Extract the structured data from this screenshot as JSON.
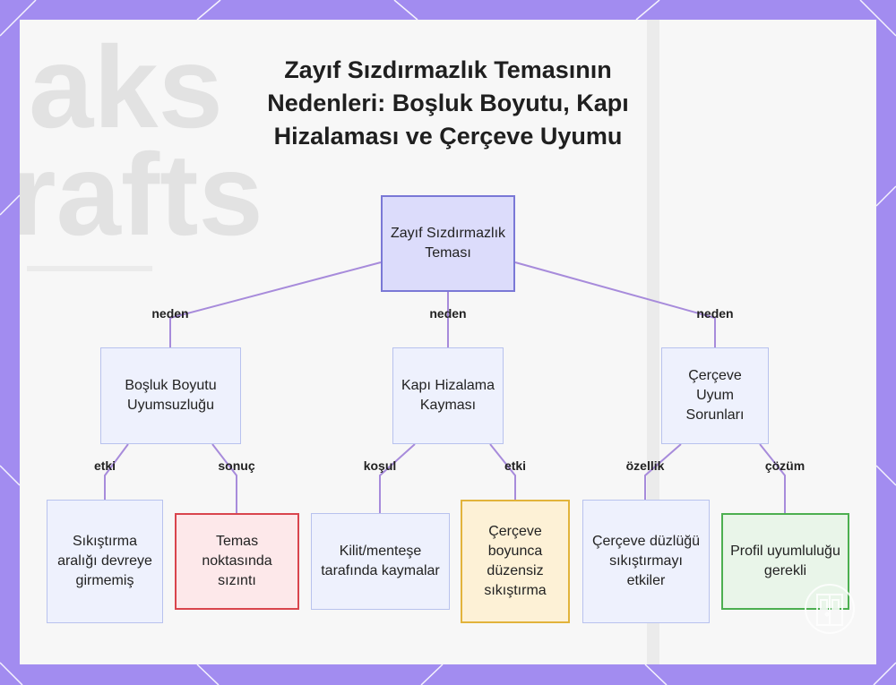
{
  "title_lines": [
    "Zayıf Sızdırmazlık Temasının",
    "Nedenleri: Boşluk Boyutu, Kapı",
    "Hizalaması ve Çerçeve Uyumu"
  ],
  "background_text": [
    "aks",
    "rafts"
  ],
  "nodes": {
    "root": "Zayıf Sızdırmazlık Teması",
    "gap": "Boşluk Boyutu Uyumsuzluğu",
    "door": "Kapı Hizalama Kayması",
    "frame": "Çerçeve Uyum Sorunları",
    "gap_effect": "Sıkıştırma aralığı devreye girmemiş",
    "gap_result": "Temas noktasında sızıntı",
    "door_condition": "Kilit/menteşe tarafında kaymalar",
    "door_effect": "Çerçeve boyunca düzensiz sıkıştırma",
    "frame_feature": "Çerçeve düzlüğü sıkıştırmayı etkiler",
    "frame_solution": "Profil uyumluluğu gerekli"
  },
  "edge_labels": {
    "root_gap": "neden",
    "root_door": "neden",
    "root_frame": "neden",
    "gap_effect": "etki",
    "gap_result": "sonuç",
    "door_condition": "koşul",
    "door_effect": "etki",
    "frame_feature": "özellik",
    "frame_solution": "çözüm"
  },
  "colors": {
    "background": "#a28cf0",
    "panel": "#f7f7f7",
    "connector": "#a78bdb",
    "root_fill": "#dcdcfb",
    "root_border": "#7a78d6",
    "node_fill": "#eef1fd",
    "node_border": "#b8c2ee",
    "red_fill": "#fde8ea",
    "red_border": "#d9454d",
    "yellow_fill": "#fdf1d6",
    "yellow_border": "#e2b33b",
    "green_fill": "#e9f5e9",
    "green_border": "#4caf50"
  },
  "icons": [
    "door-logo-icon"
  ]
}
